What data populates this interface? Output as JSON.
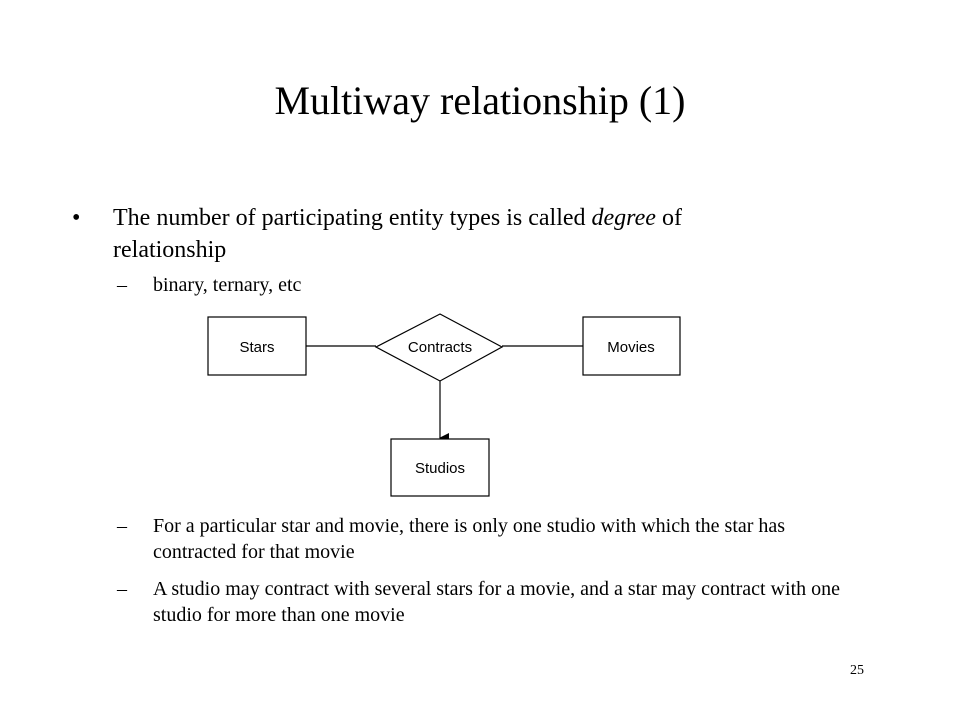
{
  "slide": {
    "title": "Multiway relationship (1)",
    "bullet_marker": "•",
    "dash_marker": "–",
    "bullet": {
      "text_before": "The number of participating entity types is called ",
      "emphasis": "degree",
      "text_after": " of relationship"
    },
    "sub_bullets": [
      "binary, ternary, etc",
      "For a particular star and movie, there is only one studio with which the star has contracted for that movie",
      "A studio may contract with several stars for a movie, and a star may contract with one studio for more than one movie"
    ],
    "page_number": "25"
  },
  "diagram": {
    "entities": {
      "stars": "Stars",
      "movies": "Movies",
      "studios": "Studios"
    },
    "relationship": "Contracts",
    "arrow_target": "Studios"
  }
}
